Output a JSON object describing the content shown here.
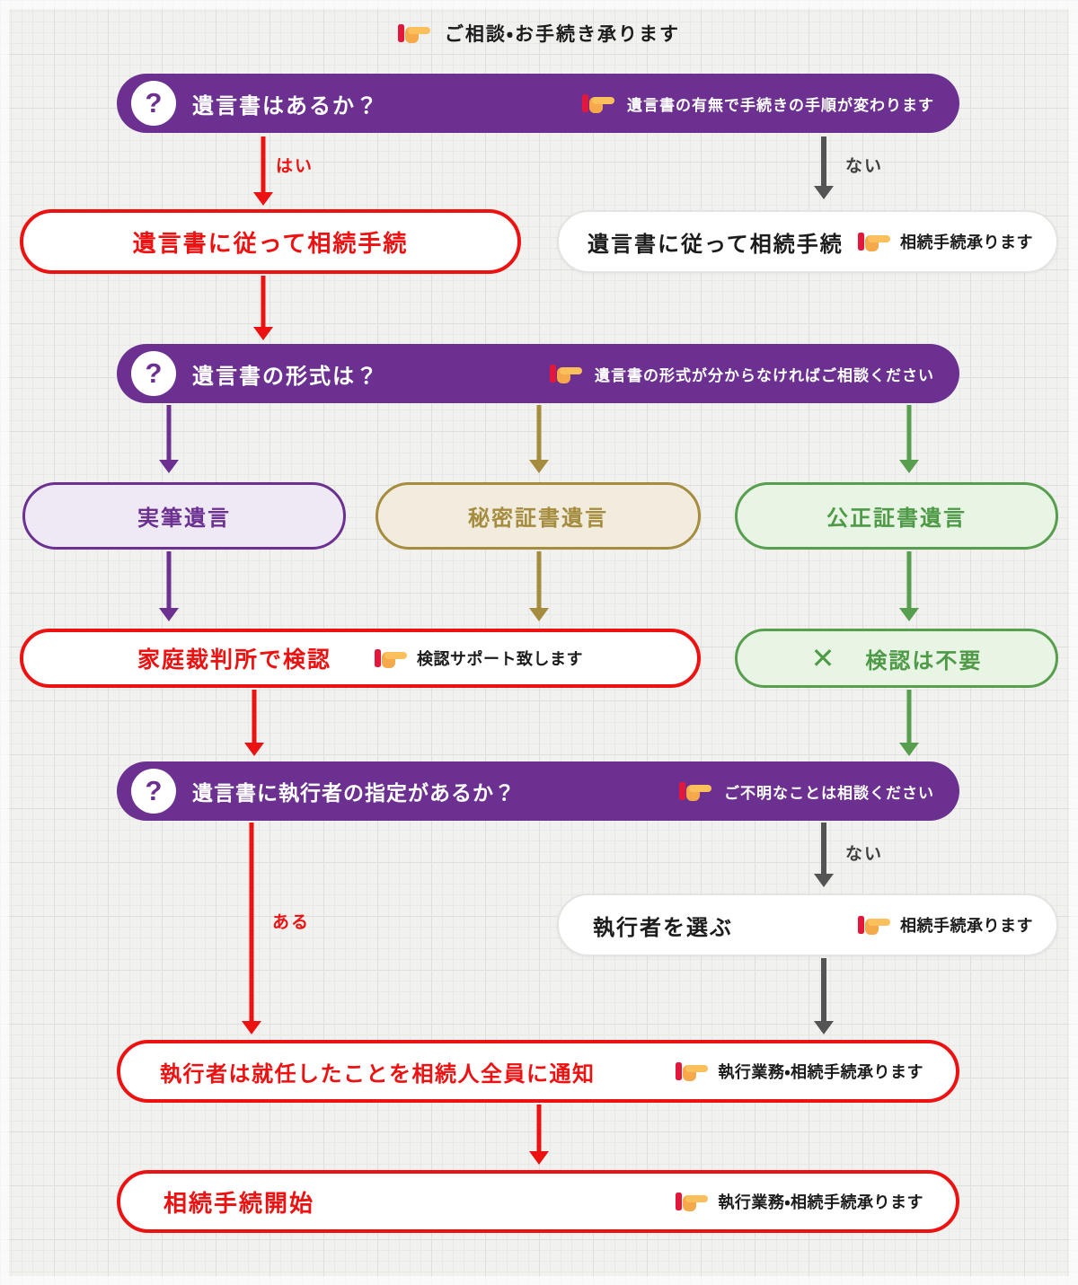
{
  "header": {
    "note": "ご相談・お手続き承ります"
  },
  "questions": {
    "has_will": {
      "qmark": "?",
      "label": "遺言書はあるか？",
      "note": "遺言書の有無で手続きの手順が変わります"
    },
    "will_format": {
      "qmark": "?",
      "label": "遺言書の形式は？",
      "note": "遺言書の形式が分からなければご相談ください"
    },
    "executor_specified": {
      "qmark": "?",
      "label": "遺言書に執行者の指定があるか？",
      "note": "ご不明なことは相談ください"
    }
  },
  "edge_labels": {
    "yes": "はい",
    "no_will": "ない",
    "no_executor": "ない",
    "has_executor": "ある"
  },
  "nodes": {
    "follow_will": {
      "text": "遺言書に従って相続手続"
    },
    "no_will_result": {
      "text": "遺言書に従って相続手続",
      "note": "相続手続承ります"
    },
    "holograph_will": {
      "text": "実筆遺言"
    },
    "secret_will": {
      "text": "秘密証書遺言"
    },
    "notarial_will": {
      "text": "公正証書遺言"
    },
    "family_court_probate": {
      "text": "家庭裁判所で検認",
      "note": "検認サポート致します"
    },
    "probate_not_required": {
      "mark": "✕",
      "text": "検認は不要"
    },
    "choose_executor": {
      "text": "執行者を選ぶ",
      "note": "相続手続承ります"
    },
    "notify_heirs": {
      "text": "執行者は就任したことを相続人全員に通知",
      "note": "執行業務・相続手続承ります"
    },
    "start_procedure": {
      "text": "相続手続開始",
      "note": "執行業務・相続手続承ります"
    }
  },
  "colors": {
    "purple": "#6C3190",
    "red": "#EC1212",
    "gold": "#A58C3F",
    "green": "#579E4F",
    "gray_arrow": "#545454",
    "hand_sleeve": "#E3173C",
    "hand_skin": "#F5A94B"
  }
}
